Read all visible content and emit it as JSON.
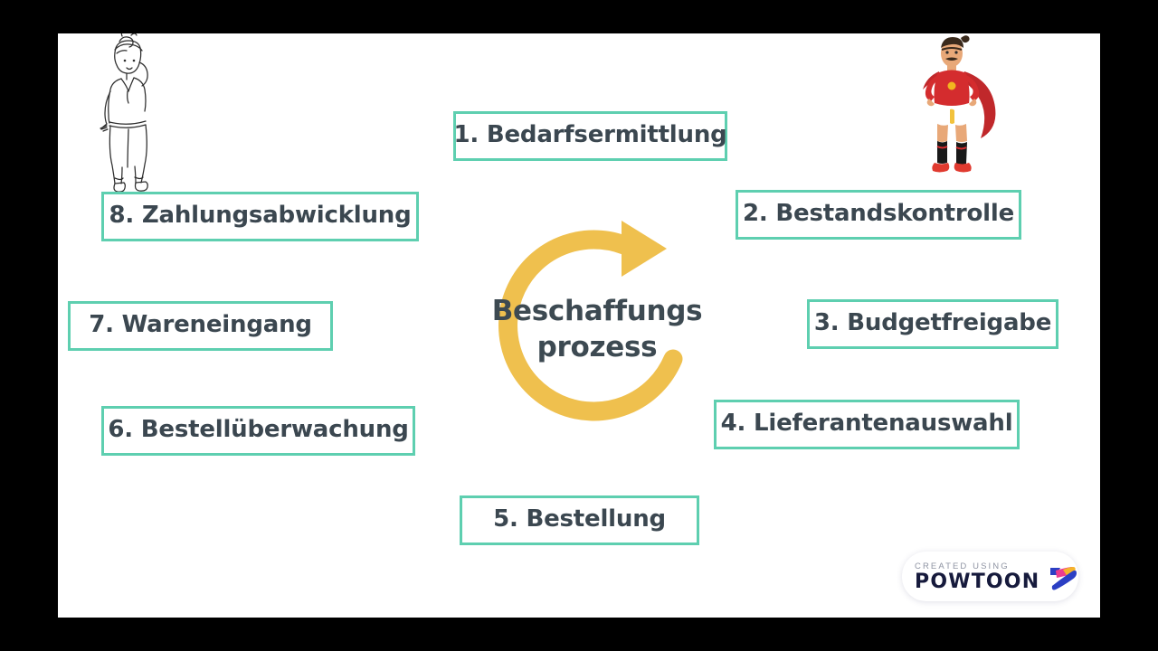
{
  "slide": {
    "background_color": "#ffffff",
    "letterbox_color": "#000000",
    "accent_border_color": "#5ecfb0",
    "text_color": "#3b4750",
    "cycle_color": "#efc04e"
  },
  "cycle": {
    "title_line1": "Beschaffungs",
    "title_line2": "prozess",
    "arrow_direction": "clockwise"
  },
  "steps": [
    {
      "id": "step-1",
      "label": "1. Bedarfsermittlung"
    },
    {
      "id": "step-2",
      "label": "2. Bestandskontrolle"
    },
    {
      "id": "step-3",
      "label": "3. Budgetfreigabe"
    },
    {
      "id": "step-4",
      "label": "4. Lieferantenauswahl"
    },
    {
      "id": "step-5",
      "label": "5. Bestellung"
    },
    {
      "id": "step-6",
      "label": "6. Bestellüberwachung"
    },
    {
      "id": "step-7",
      "label": "7. Wareneingang"
    },
    {
      "id": "step-8",
      "label": "8. Zahlungsabwicklung"
    }
  ],
  "characters": {
    "left": {
      "name": "sketch-woman-character",
      "description": "line-art woman standing with hand near head"
    },
    "right": {
      "name": "superhero-character",
      "description": "superhero in red shirt with cape, white shorts, black socks, red shoes"
    }
  },
  "branding": {
    "created_using": "CREATED USING",
    "product": "POWTOON",
    "logo_colors": [
      "#2b3fc4",
      "#ec3c8f",
      "#f5b32a"
    ]
  }
}
